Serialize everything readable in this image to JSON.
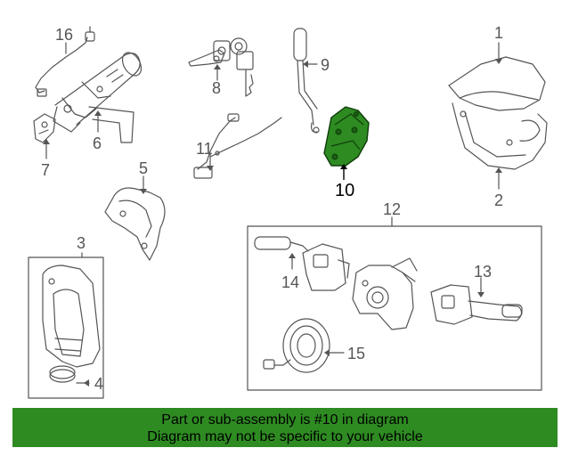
{
  "callouts": {
    "c1": "1",
    "c2": "2",
    "c3": "3",
    "c4": "4",
    "c5": "5",
    "c6": "6",
    "c7": "7",
    "c8": "8",
    "c9": "9",
    "c10": "10",
    "c11": "11",
    "c12": "12",
    "c13": "13",
    "c14": "14",
    "c15": "15",
    "c16": "16"
  },
  "highlight": {
    "part": "10",
    "color": "#2e8b22"
  },
  "banner": {
    "line1": "Part or sub-assembly is #10 in diagram",
    "line2": "Diagram may not be specific to your vehicle",
    "background": "#2e8b22"
  }
}
